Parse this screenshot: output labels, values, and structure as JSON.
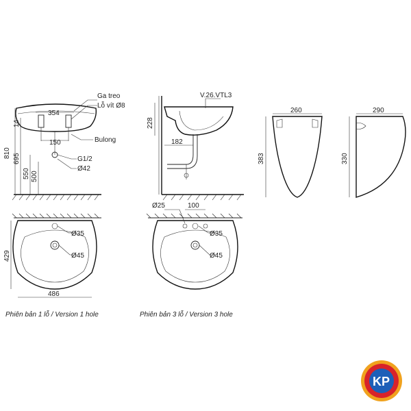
{
  "labels": {
    "ga_treo": "Ga treo",
    "lo_vit": "Lỗ vít Ø8",
    "bulong": "Bulong",
    "g12": "G1/2",
    "d42": "Ø42",
    "vtl": "V.26.VTL3",
    "d35_left": "Ø35",
    "d45_left": "Ø45",
    "d25": "Ø25",
    "d35_right": "Ø35",
    "d45_right": "Ø45"
  },
  "dimensions": {
    "front_810": "810",
    "front_695": "695",
    "front_550": "550",
    "front_500": "500",
    "front_14": "14",
    "front_354": "354",
    "front_150": "150",
    "side_228": "228",
    "side_182": "182",
    "pedestal_260": "260",
    "pedestal_383": "383",
    "pedestal_side_290": "290",
    "pedestal_side_330": "330",
    "plan_429": "429",
    "plan_486": "486",
    "plan_100": "100"
  },
  "captions": {
    "version1": "Phiên bản 1 lỗ / Version 1 hole",
    "version3": "Phiên bản 3 lỗ / Version 3 hole"
  },
  "logo": {
    "text": "KP",
    "ring_color": "#f0a21e",
    "inner_color": "#d8232a",
    "center_color": "#1d5fb8"
  }
}
